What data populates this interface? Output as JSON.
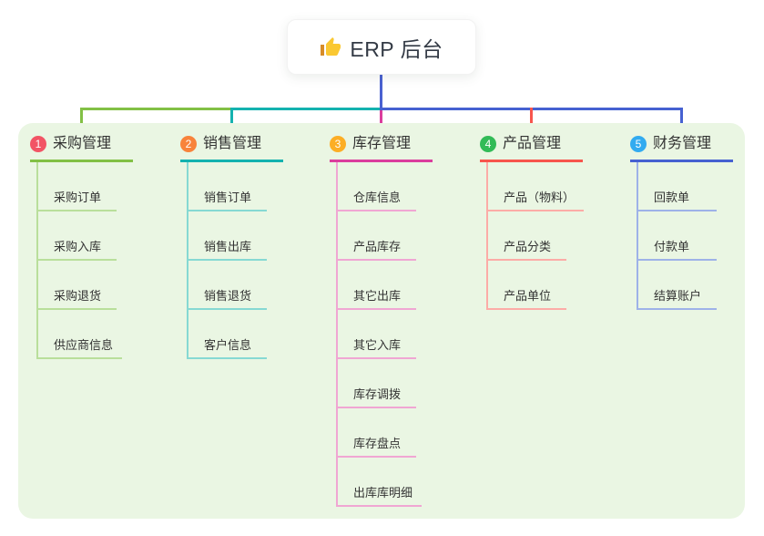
{
  "root": {
    "title": "ERP 后台",
    "icon": "thumbs-up-icon"
  },
  "colors": {
    "canvas_bg": "#ffffff",
    "panel_bg": "#eaf6e3",
    "text": "#333333",
    "root_card_bg": "#ffffff",
    "root_line": "#4a61d1"
  },
  "branches": [
    {
      "index": "1",
      "label": "采购管理",
      "badge_color": "#f25465",
      "line_color": "#82c045",
      "child_line_color": "#b9df9b",
      "children": [
        "采购订单",
        "采购入库",
        "采购退货",
        "供应商信息"
      ]
    },
    {
      "index": "2",
      "label": "销售管理",
      "badge_color": "#f8833b",
      "line_color": "#14b2af",
      "child_line_color": "#86d9d3",
      "children": [
        "销售订单",
        "销售出库",
        "销售退货",
        "客户信息"
      ]
    },
    {
      "index": "3",
      "label": "库存管理",
      "badge_color": "#fcae25",
      "line_color": "#db3d9d",
      "child_line_color": "#f0a6d3",
      "children": [
        "仓库信息",
        "产品库存",
        "其它出库",
        "其它入库",
        "库存调拨",
        "库存盘点",
        "出库库明细"
      ]
    },
    {
      "index": "4",
      "label": "产品管理",
      "badge_color": "#32bb57",
      "line_color": "#f7554d",
      "child_line_color": "#fcaca7",
      "children": [
        "产品（物料）",
        "产品分类",
        "产品单位"
      ]
    },
    {
      "index": "5",
      "label": "财务管理",
      "badge_color": "#32abf0",
      "line_color": "#4661d1",
      "child_line_color": "#9eb2e8",
      "children": [
        "回款单",
        "付款单",
        "结算账户"
      ]
    }
  ]
}
